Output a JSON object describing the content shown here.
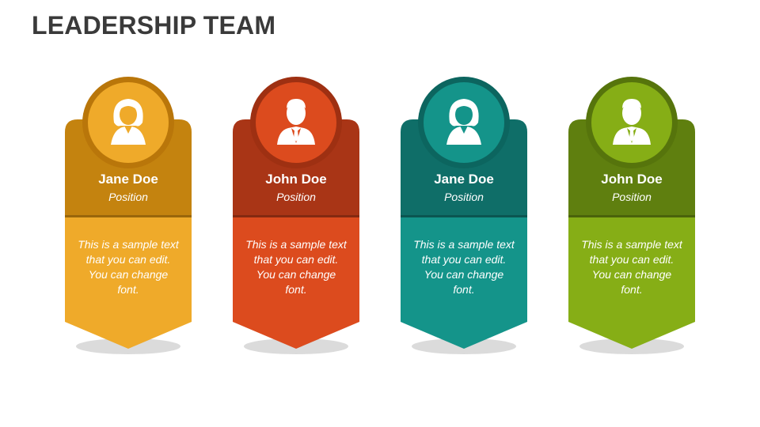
{
  "title": "LEADERSHIP TEAM",
  "members": [
    {
      "name": "Jane Doe",
      "position": "Position",
      "description": "This is a sample text that you can edit. You can change font.",
      "avatar_icon": "female-user-icon",
      "colors": {
        "light": "#EFAA2A",
        "dark": "#C4830F",
        "ring": "#B9760A"
      }
    },
    {
      "name": "John Doe",
      "position": "Position",
      "description": "This is a sample text that you can edit. You can change font.",
      "avatar_icon": "male-user-icon",
      "colors": {
        "light": "#DC4B1E",
        "dark": "#A93516",
        "ring": "#9E3012"
      }
    },
    {
      "name": "Jane Doe",
      "position": "Position",
      "description": "This is a sample text that you can edit. You can change font.",
      "avatar_icon": "female-user-icon",
      "colors": {
        "light": "#14948A",
        "dark": "#0F6E68",
        "ring": "#0C655F"
      }
    },
    {
      "name": "John Doe",
      "position": "Position",
      "description": "This is a sample text that you can edit. You can change font.",
      "avatar_icon": "male-user-icon",
      "colors": {
        "light": "#86AE16",
        "dark": "#5F7F0F",
        "ring": "#56740C"
      }
    }
  ]
}
